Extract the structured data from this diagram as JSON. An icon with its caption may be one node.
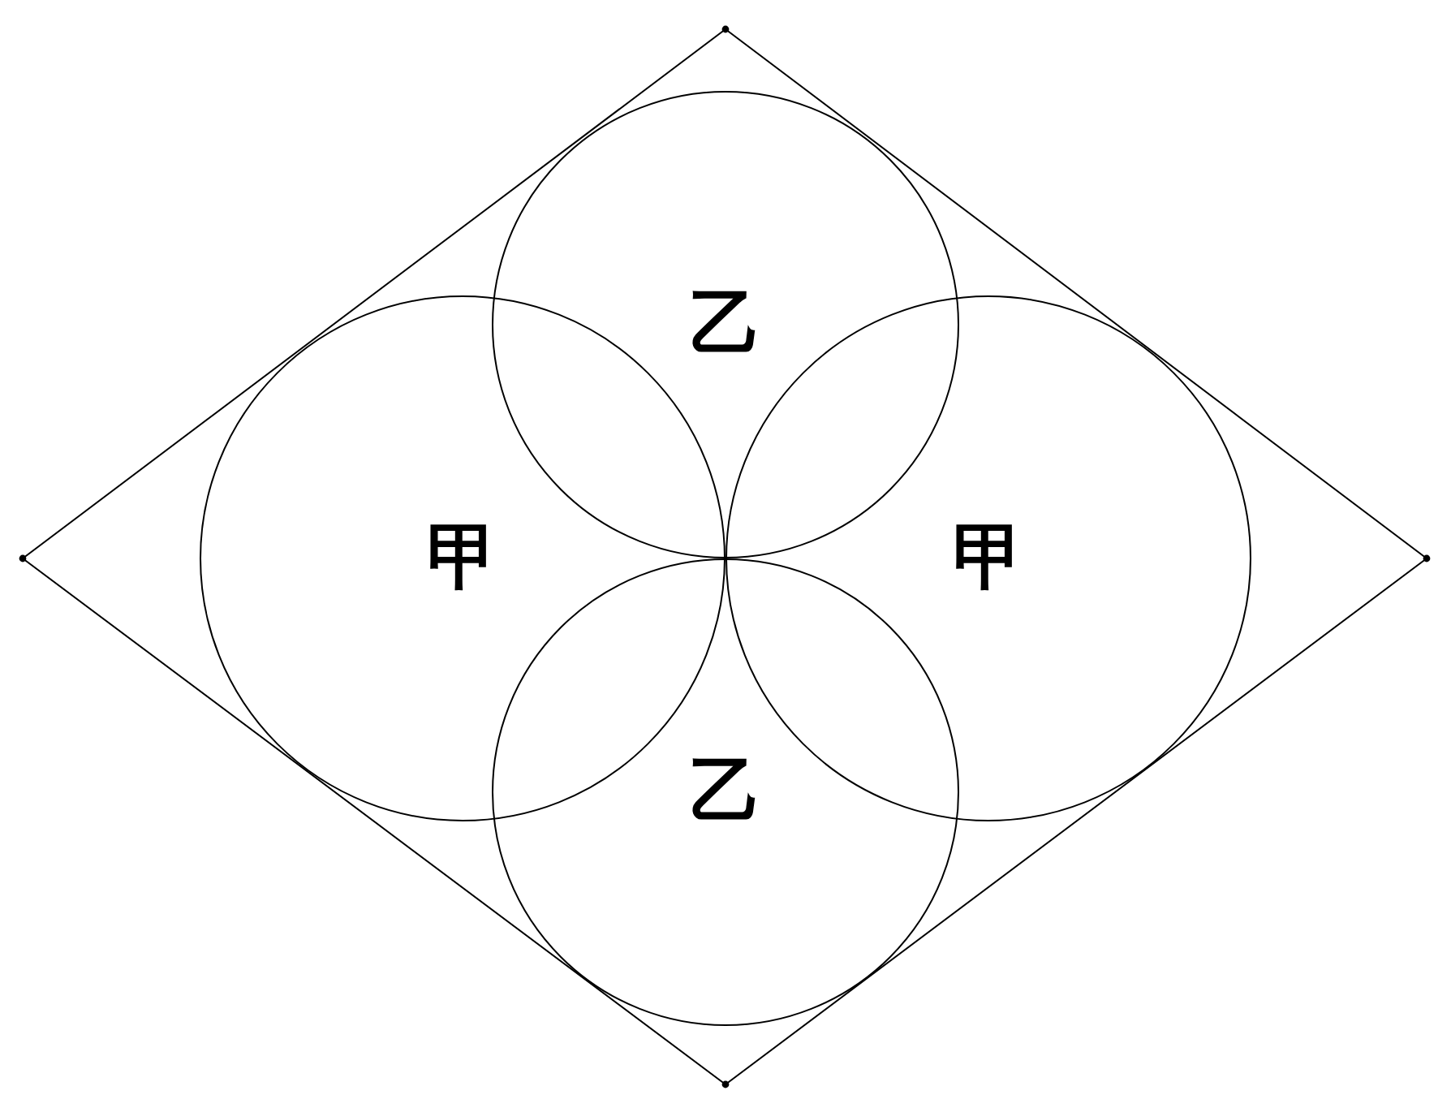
{
  "diagram": {
    "nodes": [
      {
        "text": [
          "乙"
        ]
      },
      {
        "text": [
          "甲"
        ]
      },
      {
        "text": [
          "甲"
        ]
      },
      {
        "text": [
          "乙"
        ]
      }
    ]
  }
}
